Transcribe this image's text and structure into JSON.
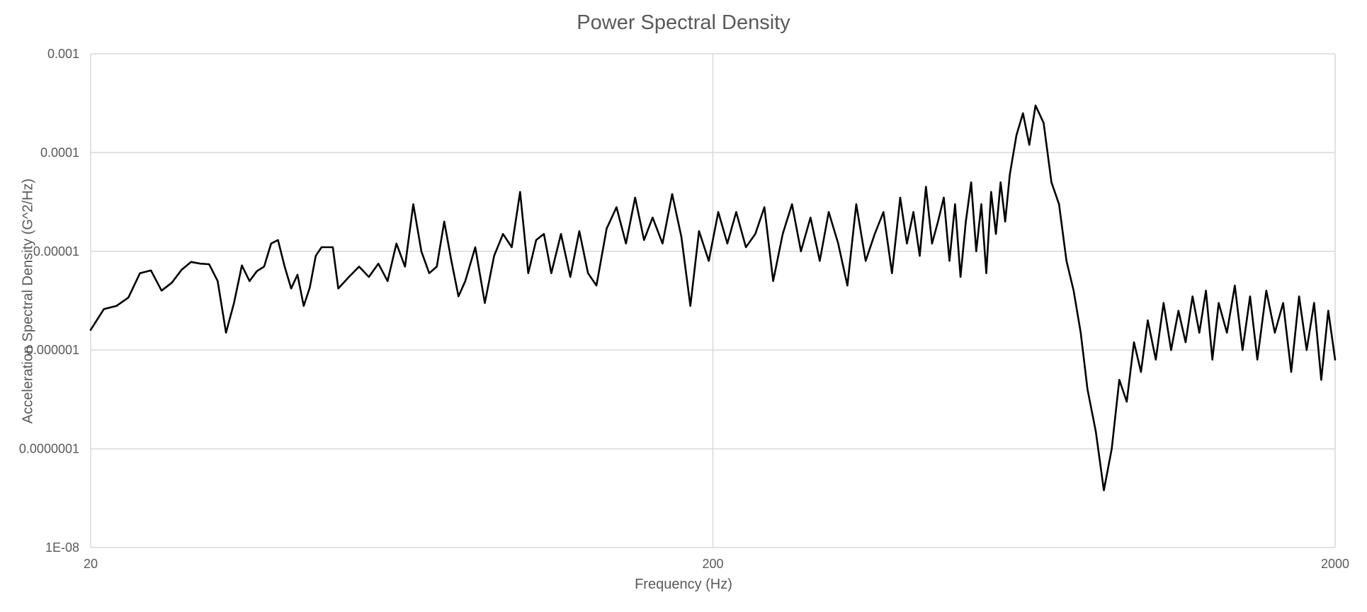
{
  "chart_data": {
    "type": "line",
    "title": "Power Spectral Density",
    "xlabel": "Frequency (Hz)",
    "ylabel": "Acceleration Spectral Density (G^2/Hz)",
    "x_scale": "log",
    "y_scale": "log",
    "xlim": [
      20,
      2000
    ],
    "ylim": [
      1e-08,
      0.001
    ],
    "x_ticks": [
      "20",
      "200",
      "2000"
    ],
    "y_ticks": [
      "0.001",
      "0.0001",
      "0.00001",
      "0.000001",
      "0.0000001",
      "1E-08"
    ],
    "grid": true,
    "legend": "none",
    "line_color": "#000000",
    "series": [
      {
        "x": [
          20,
          21,
          22,
          23,
          24,
          25,
          26,
          27,
          28,
          29,
          30,
          31,
          32,
          33,
          34,
          35,
          36,
          37,
          38,
          39,
          40,
          41,
          42,
          43,
          44,
          45,
          46,
          47,
          48,
          49,
          50,
          52,
          54,
          56,
          58,
          60,
          62,
          64,
          66,
          68,
          70,
          72,
          74,
          76,
          78,
          80,
          83,
          86,
          89,
          92,
          95,
          98,
          101,
          104,
          107,
          110,
          114,
          118,
          122,
          126,
          130,
          135,
          140,
          145,
          150,
          155,
          160,
          166,
          172,
          178,
          184,
          190,
          197,
          204,
          211,
          218,
          226,
          234,
          242,
          250,
          259,
          268,
          277,
          287,
          297,
          307,
          318,
          329,
          340,
          352,
          364,
          376,
          388,
          400,
          410,
          420,
          430,
          440,
          450,
          460,
          470,
          480,
          490,
          500,
          510,
          520,
          530,
          540,
          550,
          560,
          570,
          580,
          590,
          600,
          615,
          630,
          645,
          660,
          680,
          700,
          720,
          740,
          760,
          780,
          800,
          825,
          850,
          875,
          900,
          925,
          950,
          975,
          1000,
          1030,
          1060,
          1090,
          1120,
          1150,
          1180,
          1210,
          1240,
          1270,
          1300,
          1340,
          1380,
          1420,
          1460,
          1500,
          1550,
          1600,
          1650,
          1700,
          1750,
          1800,
          1850,
          1900,
          1950,
          2000
        ],
        "y": [
          1.6e-06,
          2.6e-06,
          2.8e-06,
          3.4e-06,
          6e-06,
          6.4e-06,
          4e-06,
          4.8e-06,
          6.5e-06,
          7.8e-06,
          7.5e-06,
          7.4e-06,
          5e-06,
          1.5e-06,
          3e-06,
          7.2e-06,
          5e-06,
          6.3e-06,
          7e-06,
          1.2e-05,
          1.3e-05,
          7e-06,
          4.2e-06,
          5.8e-06,
          2.8e-06,
          4.3e-06,
          9e-06,
          1.1e-05,
          1.1e-05,
          1.1e-05,
          4.2e-06,
          5.5e-06,
          7e-06,
          5.5e-06,
          7.5e-06,
          5e-06,
          1.2e-05,
          7e-06,
          3e-05,
          1e-05,
          6e-06,
          7e-06,
          2e-05,
          8e-06,
          3.5e-06,
          5e-06,
          1.1e-05,
          3e-06,
          9e-06,
          1.5e-05,
          1.1e-05,
          4e-05,
          6e-06,
          1.3e-05,
          1.5e-05,
          6e-06,
          1.5e-05,
          5.5e-06,
          1.6e-05,
          6e-06,
          4.5e-06,
          1.7e-05,
          2.8e-05,
          1.2e-05,
          3.5e-05,
          1.3e-05,
          2.2e-05,
          1.2e-05,
          3.8e-05,
          1.4e-05,
          2.8e-06,
          1.6e-05,
          8e-06,
          2.5e-05,
          1.2e-05,
          2.5e-05,
          1.1e-05,
          1.5e-05,
          2.8e-05,
          5e-06,
          1.5e-05,
          3e-05,
          1e-05,
          2.2e-05,
          8e-06,
          2.5e-05,
          1.2e-05,
          4.5e-06,
          3e-05,
          8e-06,
          1.5e-05,
          2.5e-05,
          6e-06,
          3.5e-05,
          1.2e-05,
          2.5e-05,
          9e-06,
          4.5e-05,
          1.2e-05,
          2e-05,
          3.5e-05,
          8e-06,
          3e-05,
          5.5e-06,
          2e-05,
          5e-05,
          1e-05,
          3e-05,
          6e-06,
          4e-05,
          1.5e-05,
          5e-05,
          2e-05,
          6e-05,
          0.00015,
          0.00025,
          0.00012,
          0.0003,
          0.0002,
          5e-05,
          3e-05,
          8e-06,
          4e-06,
          1.5e-06,
          4e-07,
          1.5e-07,
          3.8e-08,
          1e-07,
          5e-07,
          3e-07,
          1.2e-06,
          6e-07,
          2e-06,
          8e-07,
          3e-06,
          1e-06,
          2.5e-06,
          1.2e-06,
          3.5e-06,
          1.5e-06,
          4e-06,
          8e-07,
          3e-06,
          1.5e-06,
          4.5e-06,
          1e-06,
          3.5e-06,
          8e-07,
          4e-06,
          1.5e-06,
          3e-06,
          6e-07,
          3.5e-06,
          1e-06,
          3e-06,
          5e-07,
          2.5e-06,
          8e-07
        ]
      }
    ]
  }
}
